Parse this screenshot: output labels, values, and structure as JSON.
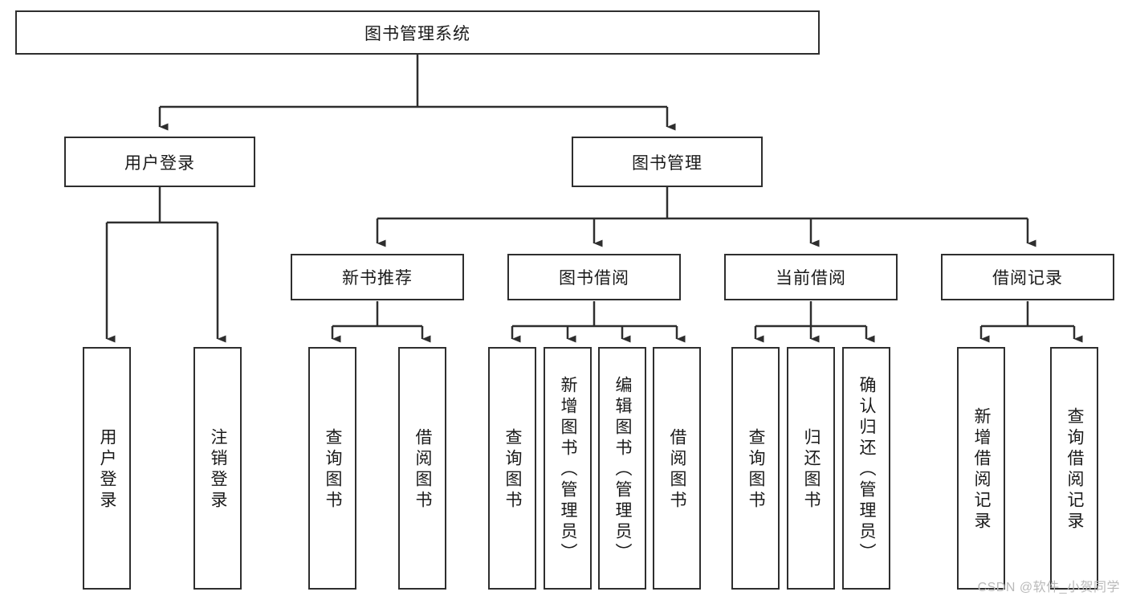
{
  "diagram": {
    "type": "tree-hierarchy-functional-decomposition",
    "root": {
      "id": "root",
      "label": "图书管理系统"
    },
    "level2": [
      {
        "id": "user-login",
        "label": "用户登录"
      },
      {
        "id": "book-management",
        "label": "图书管理"
      }
    ],
    "level3": [
      {
        "id": "new-book-recommend",
        "label": "新书推荐"
      },
      {
        "id": "book-borrow",
        "label": "图书借阅"
      },
      {
        "id": "current-borrow",
        "label": "当前借阅"
      },
      {
        "id": "borrow-record",
        "label": "借阅记录"
      }
    ],
    "leaves": {
      "user_login": [
        {
          "id": "leaf-user-login",
          "label": "用户登录"
        },
        {
          "id": "leaf-logout-login",
          "label": "注销登录"
        }
      ],
      "new_book_recommend": [
        {
          "id": "leaf-query-book-1",
          "label": "查询图书"
        },
        {
          "id": "leaf-borrow-book-1",
          "label": "借阅图书"
        }
      ],
      "book_borrow": [
        {
          "id": "leaf-query-book-2",
          "label": "查询图书"
        },
        {
          "id": "leaf-add-book",
          "label": "新增图书（管理员）"
        },
        {
          "id": "leaf-edit-book",
          "label": "编辑图书（管理员）"
        },
        {
          "id": "leaf-borrow-book-2",
          "label": "借阅图书"
        }
      ],
      "current_borrow": [
        {
          "id": "leaf-query-book-3",
          "label": "查询图书"
        },
        {
          "id": "leaf-return-book",
          "label": "归还图书"
        },
        {
          "id": "leaf-confirm-return",
          "label": "确认归还（管理员）"
        }
      ],
      "borrow_record": [
        {
          "id": "leaf-add-record",
          "label": "新增借阅记录"
        },
        {
          "id": "leaf-query-record",
          "label": "查询借阅记录"
        }
      ]
    }
  },
  "watermark": {
    "text": "CSDN @软件_小贺同学"
  },
  "colors": {
    "stroke": "#2e2e2e",
    "box_fill": "#ffffff",
    "text": "#1a1a1a",
    "background": "#ffffff",
    "watermark": "#b9b9b9"
  }
}
